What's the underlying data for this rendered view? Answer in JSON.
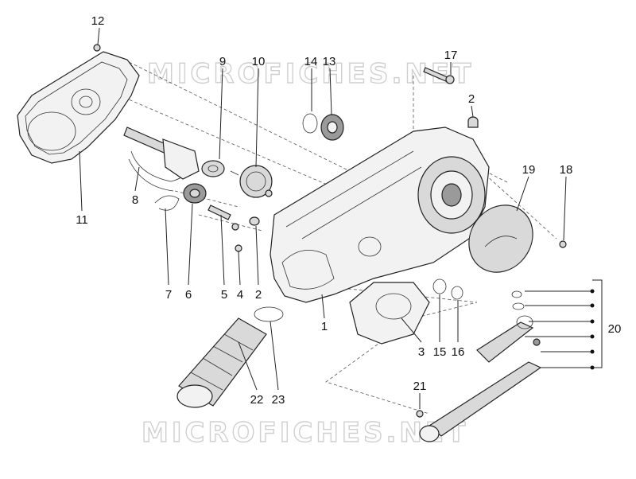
{
  "watermark": {
    "top": "MICROFICHES.NET",
    "bottom": "MICROFICHES.NET"
  },
  "callouts": [
    {
      "id": "c1",
      "label": "1"
    },
    {
      "id": "c2a",
      "label": "2"
    },
    {
      "id": "c2b",
      "label": "2"
    },
    {
      "id": "c3",
      "label": "3"
    },
    {
      "id": "c4",
      "label": "4"
    },
    {
      "id": "c5",
      "label": "5"
    },
    {
      "id": "c6",
      "label": "6"
    },
    {
      "id": "c7",
      "label": "7"
    },
    {
      "id": "c8",
      "label": "8"
    },
    {
      "id": "c9",
      "label": "9"
    },
    {
      "id": "c10",
      "label": "10"
    },
    {
      "id": "c11",
      "label": "11"
    },
    {
      "id": "c12",
      "label": "12"
    },
    {
      "id": "c13",
      "label": "13"
    },
    {
      "id": "c14",
      "label": "14"
    },
    {
      "id": "c15",
      "label": "15"
    },
    {
      "id": "c16",
      "label": "16"
    },
    {
      "id": "c17",
      "label": "17"
    },
    {
      "id": "c18",
      "label": "18"
    },
    {
      "id": "c19",
      "label": "19"
    },
    {
      "id": "c20",
      "label": "20"
    },
    {
      "id": "c21",
      "label": "21"
    },
    {
      "id": "c22",
      "label": "22"
    },
    {
      "id": "c23",
      "label": "23"
    }
  ],
  "colors": {
    "line": "#222222",
    "watermark": "#cfcfcf",
    "background": "#ffffff"
  }
}
